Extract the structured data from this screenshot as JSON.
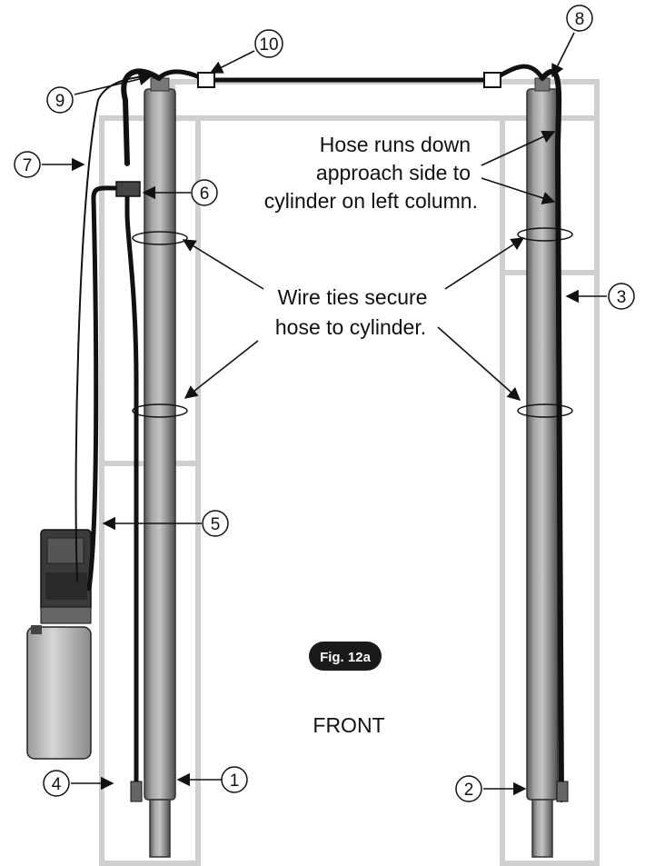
{
  "figure_label": "Fig. 12a",
  "view_label": "FRONT",
  "annotations": {
    "hose_route": [
      "Hose runs down",
      "approach side to",
      "cylinder on left column."
    ],
    "wire_ties": [
      "Wire ties secure",
      "hose to cylinder."
    ]
  },
  "callouts": [
    {
      "id": "1",
      "text": "1"
    },
    {
      "id": "2",
      "text": "2"
    },
    {
      "id": "3",
      "text": "3"
    },
    {
      "id": "4",
      "text": "4"
    },
    {
      "id": "5",
      "text": "5"
    },
    {
      "id": "6",
      "text": "6"
    },
    {
      "id": "7",
      "text": "7"
    },
    {
      "id": "8",
      "text": "8"
    },
    {
      "id": "9",
      "text": "9"
    },
    {
      "id": "10",
      "text": "10"
    }
  ],
  "colors": {
    "frame_outline": "#cfcfcf",
    "cylinder_fill": "#8a8a8a",
    "hose": "#111111",
    "badge_fill": "#1a1a1a",
    "badge_text": "#ffffff"
  }
}
